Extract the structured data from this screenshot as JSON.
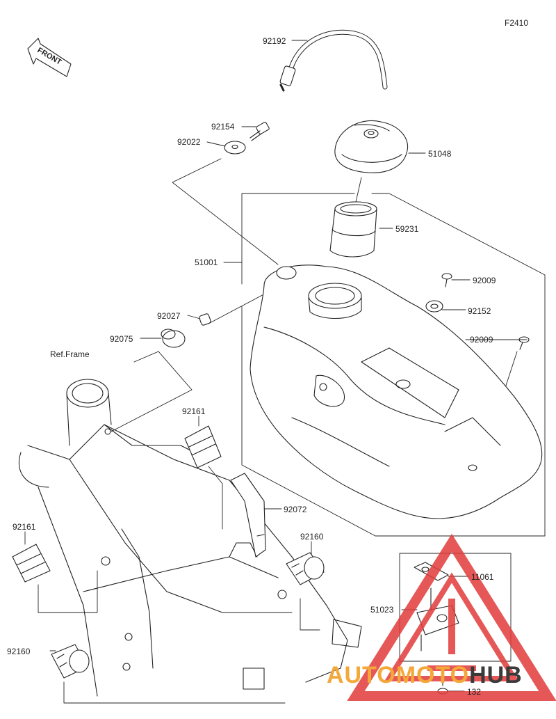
{
  "figure_code": "F2410",
  "front_label": "FRONT",
  "ref_frame": "Ref.Frame",
  "callouts": [
    {
      "id": "c92192",
      "text": "92192"
    },
    {
      "id": "c92154",
      "text": "92154"
    },
    {
      "id": "c92022",
      "text": "92022"
    },
    {
      "id": "c51048",
      "text": "51048"
    },
    {
      "id": "c59231",
      "text": "59231"
    },
    {
      "id": "c51001",
      "text": "51001"
    },
    {
      "id": "c92009a",
      "text": "92009"
    },
    {
      "id": "c92152",
      "text": "92152"
    },
    {
      "id": "c92027",
      "text": "92027"
    },
    {
      "id": "c92009b",
      "text": "92009"
    },
    {
      "id": "c92075",
      "text": "92075"
    },
    {
      "id": "c92161a",
      "text": "92161"
    },
    {
      "id": "c92072",
      "text": "92072"
    },
    {
      "id": "c92161b",
      "text": "92161"
    },
    {
      "id": "c92160a",
      "text": "92160"
    },
    {
      "id": "c11061",
      "text": "11061"
    },
    {
      "id": "c51023",
      "text": "51023"
    },
    {
      "id": "c92160b",
      "text": "92160"
    },
    {
      "id": "c132",
      "text": "132"
    }
  ],
  "watermark": {
    "part1": "AUTOMOTO",
    "part2": "HUB",
    "color_accent": "#f4a83a",
    "color_dark": "#3a3a3a",
    "logo_color": "#e23b3b"
  }
}
